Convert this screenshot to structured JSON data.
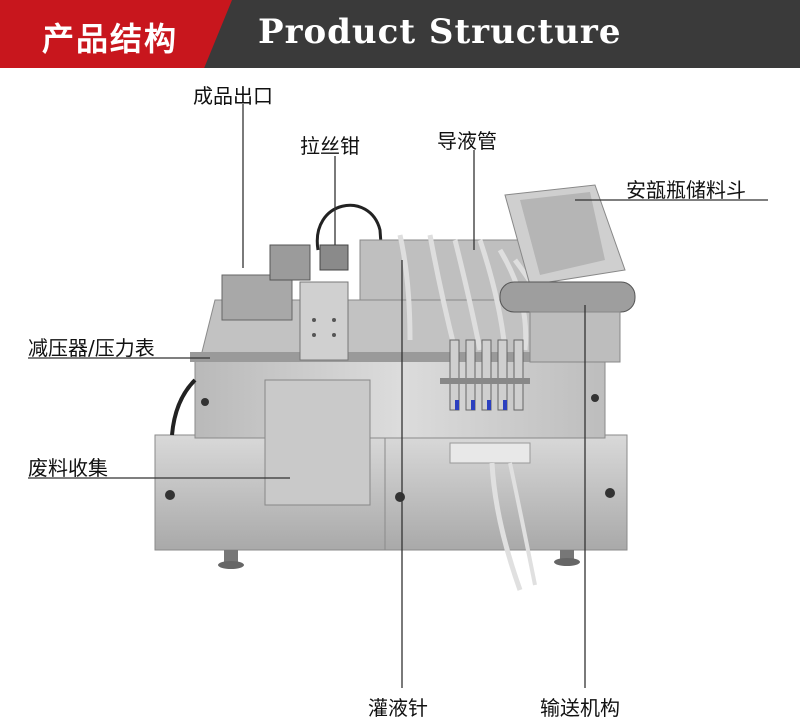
{
  "header": {
    "title_cn": "产品结构",
    "title_en": "Product Structure"
  },
  "labels": {
    "product_outlet": "成品出口",
    "wire_pliers": "拉丝钳",
    "liquid_tube": "导液管",
    "ampoule_hopper": "安瓿瓶储料斗",
    "pressure_gauge": "减压器/压力表",
    "waste_collection": "废料收集",
    "filling_needle": "灌液针",
    "conveyor": "输送机构"
  },
  "colors": {
    "header_red": "#c8161d",
    "header_dark": "#3a3a3a"
  }
}
